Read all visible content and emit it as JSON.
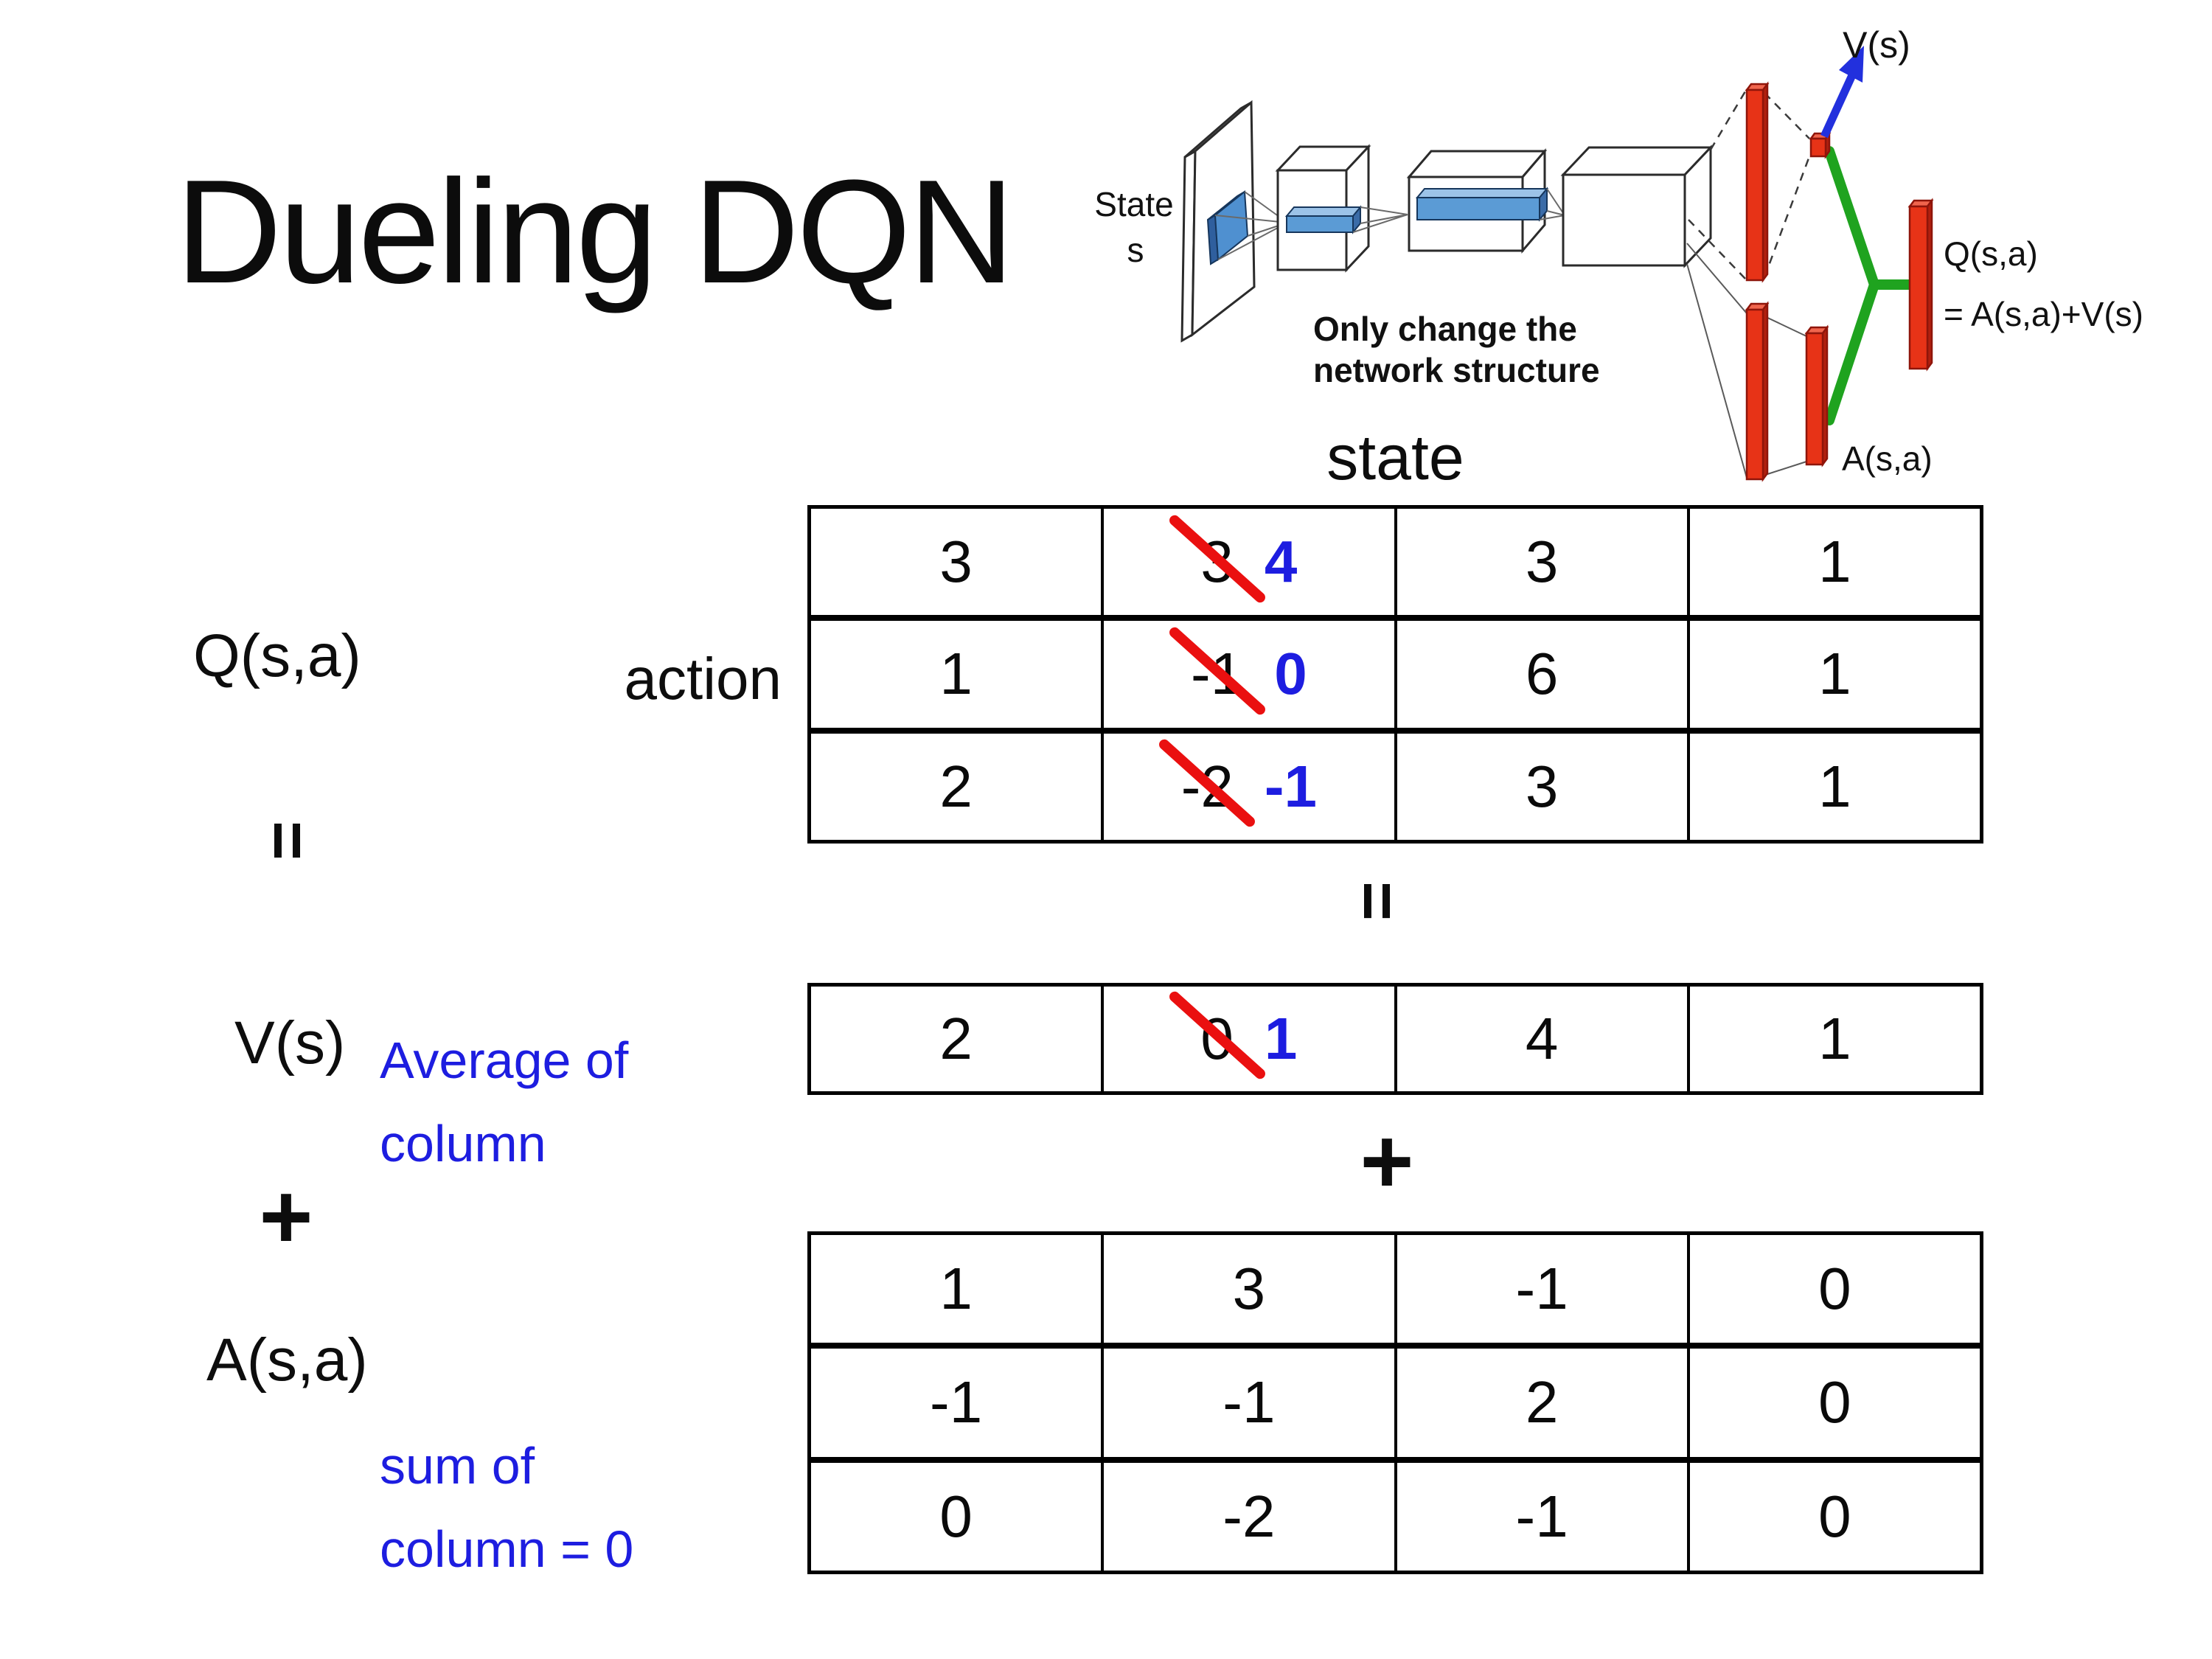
{
  "title": "Dueling DQN",
  "colors": {
    "accent_blue": "#1d1de0",
    "strike_red": "#ea1010",
    "bar_red": "#e73317",
    "bar_red_dark": "#8f150a",
    "link_green": "#1fa31f",
    "arrow_blue": "#2230dd",
    "conv_blue": "#5b9bd5",
    "conv_blue_light": "#9cc3e8",
    "conv_blue_dark": "#3b6ca8"
  },
  "diagram": {
    "state_label": "State",
    "state_sub": "s",
    "note_line1": "Only change the",
    "note_line2": "network structure",
    "value_label": "V(s)",
    "advantage_label": "A(s,a)",
    "q_label_line1": "Q(s,a)",
    "q_label_line2": "= A(s,a)+V(s)"
  },
  "equation": {
    "q_label": "Q(s,a)",
    "equals_left": "=",
    "v_label": "V(s)",
    "plus_left": "+",
    "a_label": "A(s,a)",
    "equals_mid": "=",
    "plus_mid": "+",
    "state_axis": "state",
    "action_axis": "action",
    "v_note_line1": "Average of",
    "v_note_line2": "column",
    "a_note_line1": "sum of",
    "a_note_line2": "column = 0"
  },
  "q_table": {
    "rows": [
      [
        "3",
        {
          "old": "3",
          "new": "4"
        },
        "3",
        "1"
      ],
      [
        "1",
        {
          "old": "-1",
          "new": "0"
        },
        "6",
        "1"
      ],
      [
        "2",
        {
          "old": "-2",
          "new": "-1"
        },
        "3",
        "1"
      ]
    ]
  },
  "v_table": {
    "rows": [
      [
        "2",
        {
          "old": "0",
          "new": "1"
        },
        "4",
        "1"
      ]
    ]
  },
  "a_table": {
    "rows": [
      [
        "1",
        "3",
        "-1",
        "0"
      ],
      [
        "-1",
        "-1",
        "2",
        "0"
      ],
      [
        "0",
        "-2",
        "-1",
        "0"
      ]
    ]
  }
}
